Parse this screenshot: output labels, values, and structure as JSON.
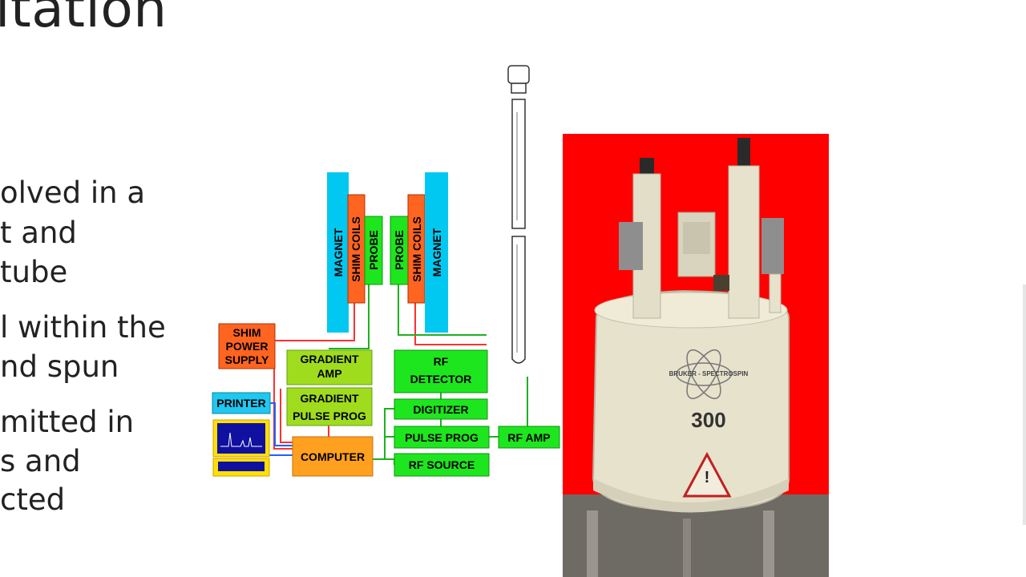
{
  "slide": {
    "title": "itation",
    "bullet_lines": [
      "olved in a",
      "t and",
      "tube",
      "l within the",
      "nd spun",
      "mitted in",
      "s and",
      "cted"
    ]
  },
  "diagram": {
    "left_magnet": "MAGNET",
    "left_shim_coils": "SHIM COILS",
    "left_probe": "PROBE",
    "right_probe": "PROBE",
    "right_shim_coils": "SHIM COILS",
    "right_magnet": "MAGNET",
    "shim_power_supply": [
      "SHIM",
      "POWER",
      "SUPPLY"
    ],
    "gradient_amp": [
      "GRADIENT",
      "AMP"
    ],
    "gradient_pulse_prog": [
      "GRADIENT",
      "PULSE PROG"
    ],
    "printer": "PRINTER",
    "computer": "COMPUTER",
    "rf_detector": [
      "RF",
      "DETECTOR"
    ],
    "digitizer": "DIGITIZER",
    "pulse_prog": "PULSE PROG",
    "rf_source": "RF SOURCE",
    "rf_amp": "RF AMP"
  },
  "photo": {
    "brand_label": "BRUKER - SPECTROSPIN",
    "model_number": "300",
    "warning_symbol": "!",
    "colors": {
      "background": "#ff0000",
      "magnet_body": "#e6e2cc"
    }
  },
  "colors": {
    "magnet": "#00c8f0",
    "shim": "#ff6420",
    "probe": "#1ee61e",
    "gradient": "#a0dc1e",
    "computer": "#ffa01e",
    "printer": "#1ec8f0",
    "wire_red": "#ff3030",
    "wire_green": "#20b020",
    "wire_blue": "#2060ff"
  }
}
